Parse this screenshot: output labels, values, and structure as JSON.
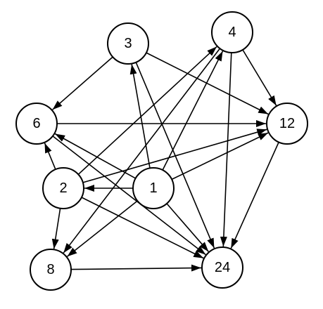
{
  "diagram": {
    "type": "directed-graph",
    "nodes": [
      {
        "id": "1",
        "label": "1"
      },
      {
        "id": "2",
        "label": "2"
      },
      {
        "id": "3",
        "label": "3"
      },
      {
        "id": "4",
        "label": "4"
      },
      {
        "id": "6",
        "label": "6"
      },
      {
        "id": "8",
        "label": "8"
      },
      {
        "id": "12",
        "label": "12"
      },
      {
        "id": "24",
        "label": "24"
      }
    ],
    "edges": [
      {
        "from": "1",
        "to": "2"
      },
      {
        "from": "1",
        "to": "3"
      },
      {
        "from": "1",
        "to": "4"
      },
      {
        "from": "1",
        "to": "6"
      },
      {
        "from": "1",
        "to": "8"
      },
      {
        "from": "1",
        "to": "12"
      },
      {
        "from": "1",
        "to": "24"
      },
      {
        "from": "2",
        "to": "4"
      },
      {
        "from": "2",
        "to": "6"
      },
      {
        "from": "2",
        "to": "8"
      },
      {
        "from": "2",
        "to": "12"
      },
      {
        "from": "2",
        "to": "24"
      },
      {
        "from": "3",
        "to": "6"
      },
      {
        "from": "3",
        "to": "12"
      },
      {
        "from": "3",
        "to": "24"
      },
      {
        "from": "4",
        "to": "8"
      },
      {
        "from": "4",
        "to": "12"
      },
      {
        "from": "4",
        "to": "24"
      },
      {
        "from": "6",
        "to": "12"
      },
      {
        "from": "6",
        "to": "24"
      },
      {
        "from": "8",
        "to": "24"
      },
      {
        "from": "12",
        "to": "24"
      }
    ],
    "colors": {
      "stroke": "#000000",
      "fill": "#ffffff"
    }
  }
}
